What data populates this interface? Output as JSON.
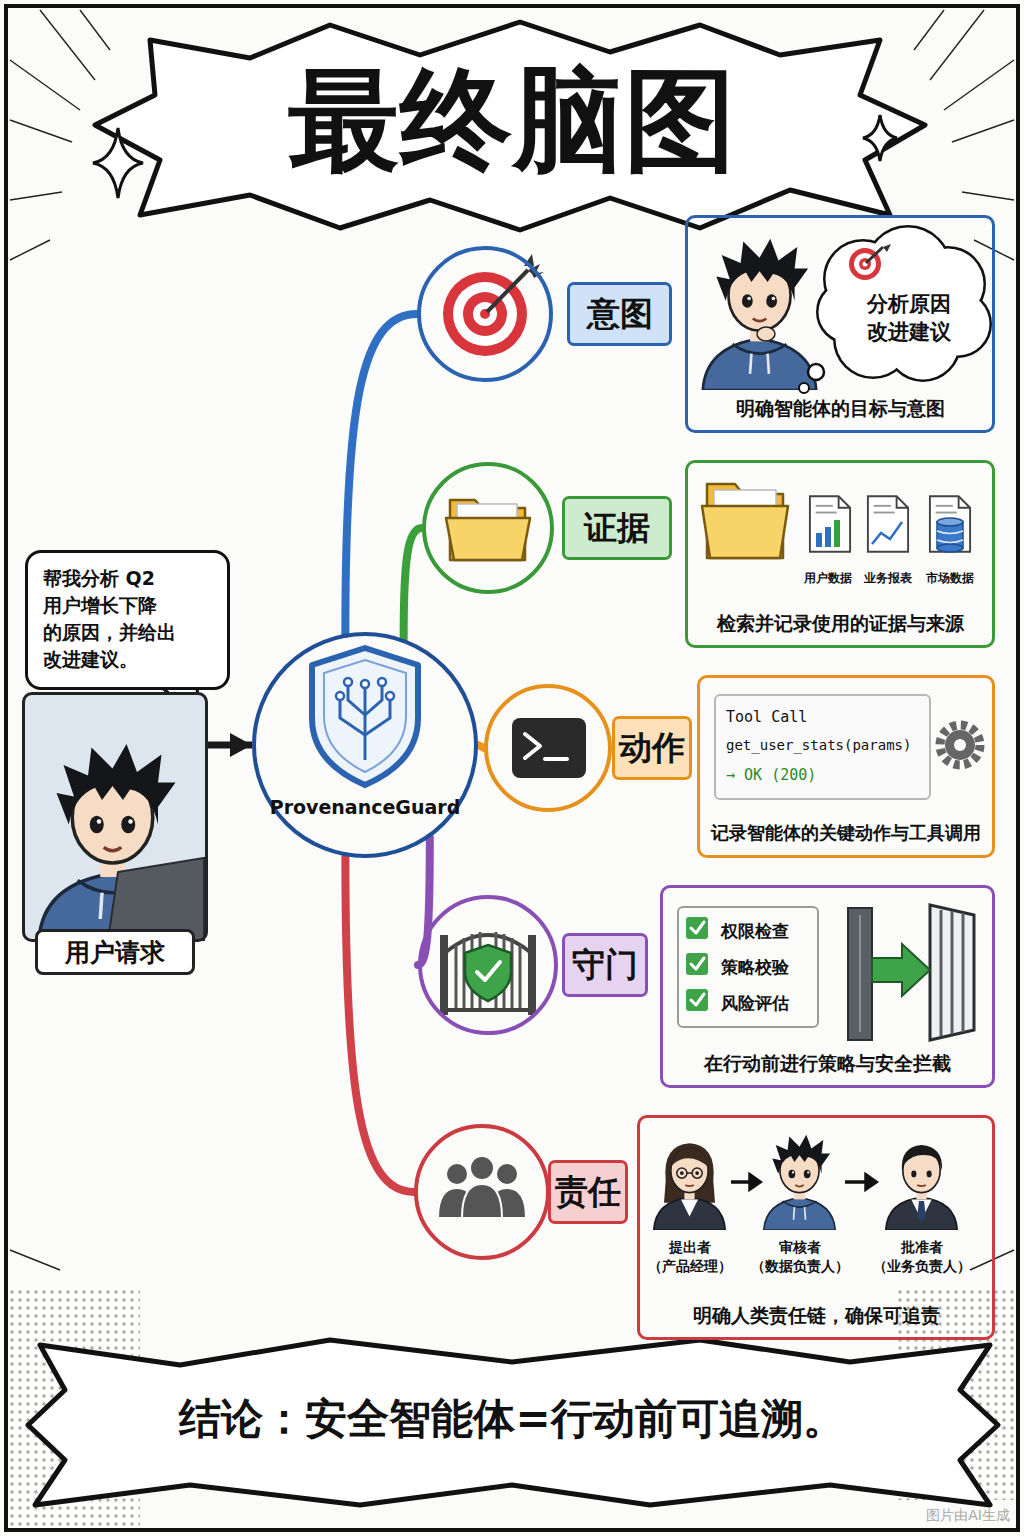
{
  "diagram": {
    "title": "最终脑图",
    "caption": "结论：安全智能体=行动前可追溯。",
    "nodes": [
      {
        "text": [
          "帮我分析 Q2 用户增长下降 的原因，并给出 改进建议。"
        ]
      },
      {
        "text": [
          "用户请求"
        ]
      },
      {
        "text": [
          "ProvenanceGuard"
        ]
      },
      {
        "text": [
          "意图"
        ]
      },
      {
        "text": [
          "明确智能体的目标与意图"
        ]
      },
      {
        "text": [
          "分析原因 改进建议"
        ],
        "in": 4
      },
      {
        "text": [
          "证据"
        ]
      },
      {
        "text": [
          "检索并记录使用的证据与来源"
        ]
      },
      {
        "text": [
          "动作"
        ]
      },
      {
        "text": [
          "记录智能体的关键动作与工具调用"
        ]
      },
      {
        "text": [
          "Tool Call",
          "get_user_stats(params)",
          "→ OK (200)"
        ],
        "in": 9
      },
      {
        "text": [
          "守门"
        ]
      },
      {
        "text": [
          "在行动前进行策略与安全拦截"
        ]
      },
      {
        "text": [
          "权限检查",
          "策略校验",
          "风险评估"
        ],
        "in": 12
      },
      {
        "text": [
          "责任"
        ]
      },
      {
        "text": [
          "明确人类责任链，确保可追责"
        ]
      }
    ],
    "edges": [
      {
        "from": 1,
        "to": 2,
        "arrow": "to"
      },
      {
        "from": 2,
        "to": 3,
        "arrow": "none"
      },
      {
        "from": 2,
        "to": 6,
        "arrow": "none"
      },
      {
        "from": 2,
        "to": 8,
        "arrow": "none"
      },
      {
        "from": 2,
        "to": 11,
        "arrow": "none"
      },
      {
        "from": 2,
        "to": 14,
        "arrow": "none"
      }
    ],
    "labels": [
      "用户数据",
      "业务报表",
      "市场数据",
      "提出者 （产品经理）",
      "审核者 （数据负责人）",
      "批准者 （业务负责人）",
      "图片由AI生成"
    ]
  }
}
